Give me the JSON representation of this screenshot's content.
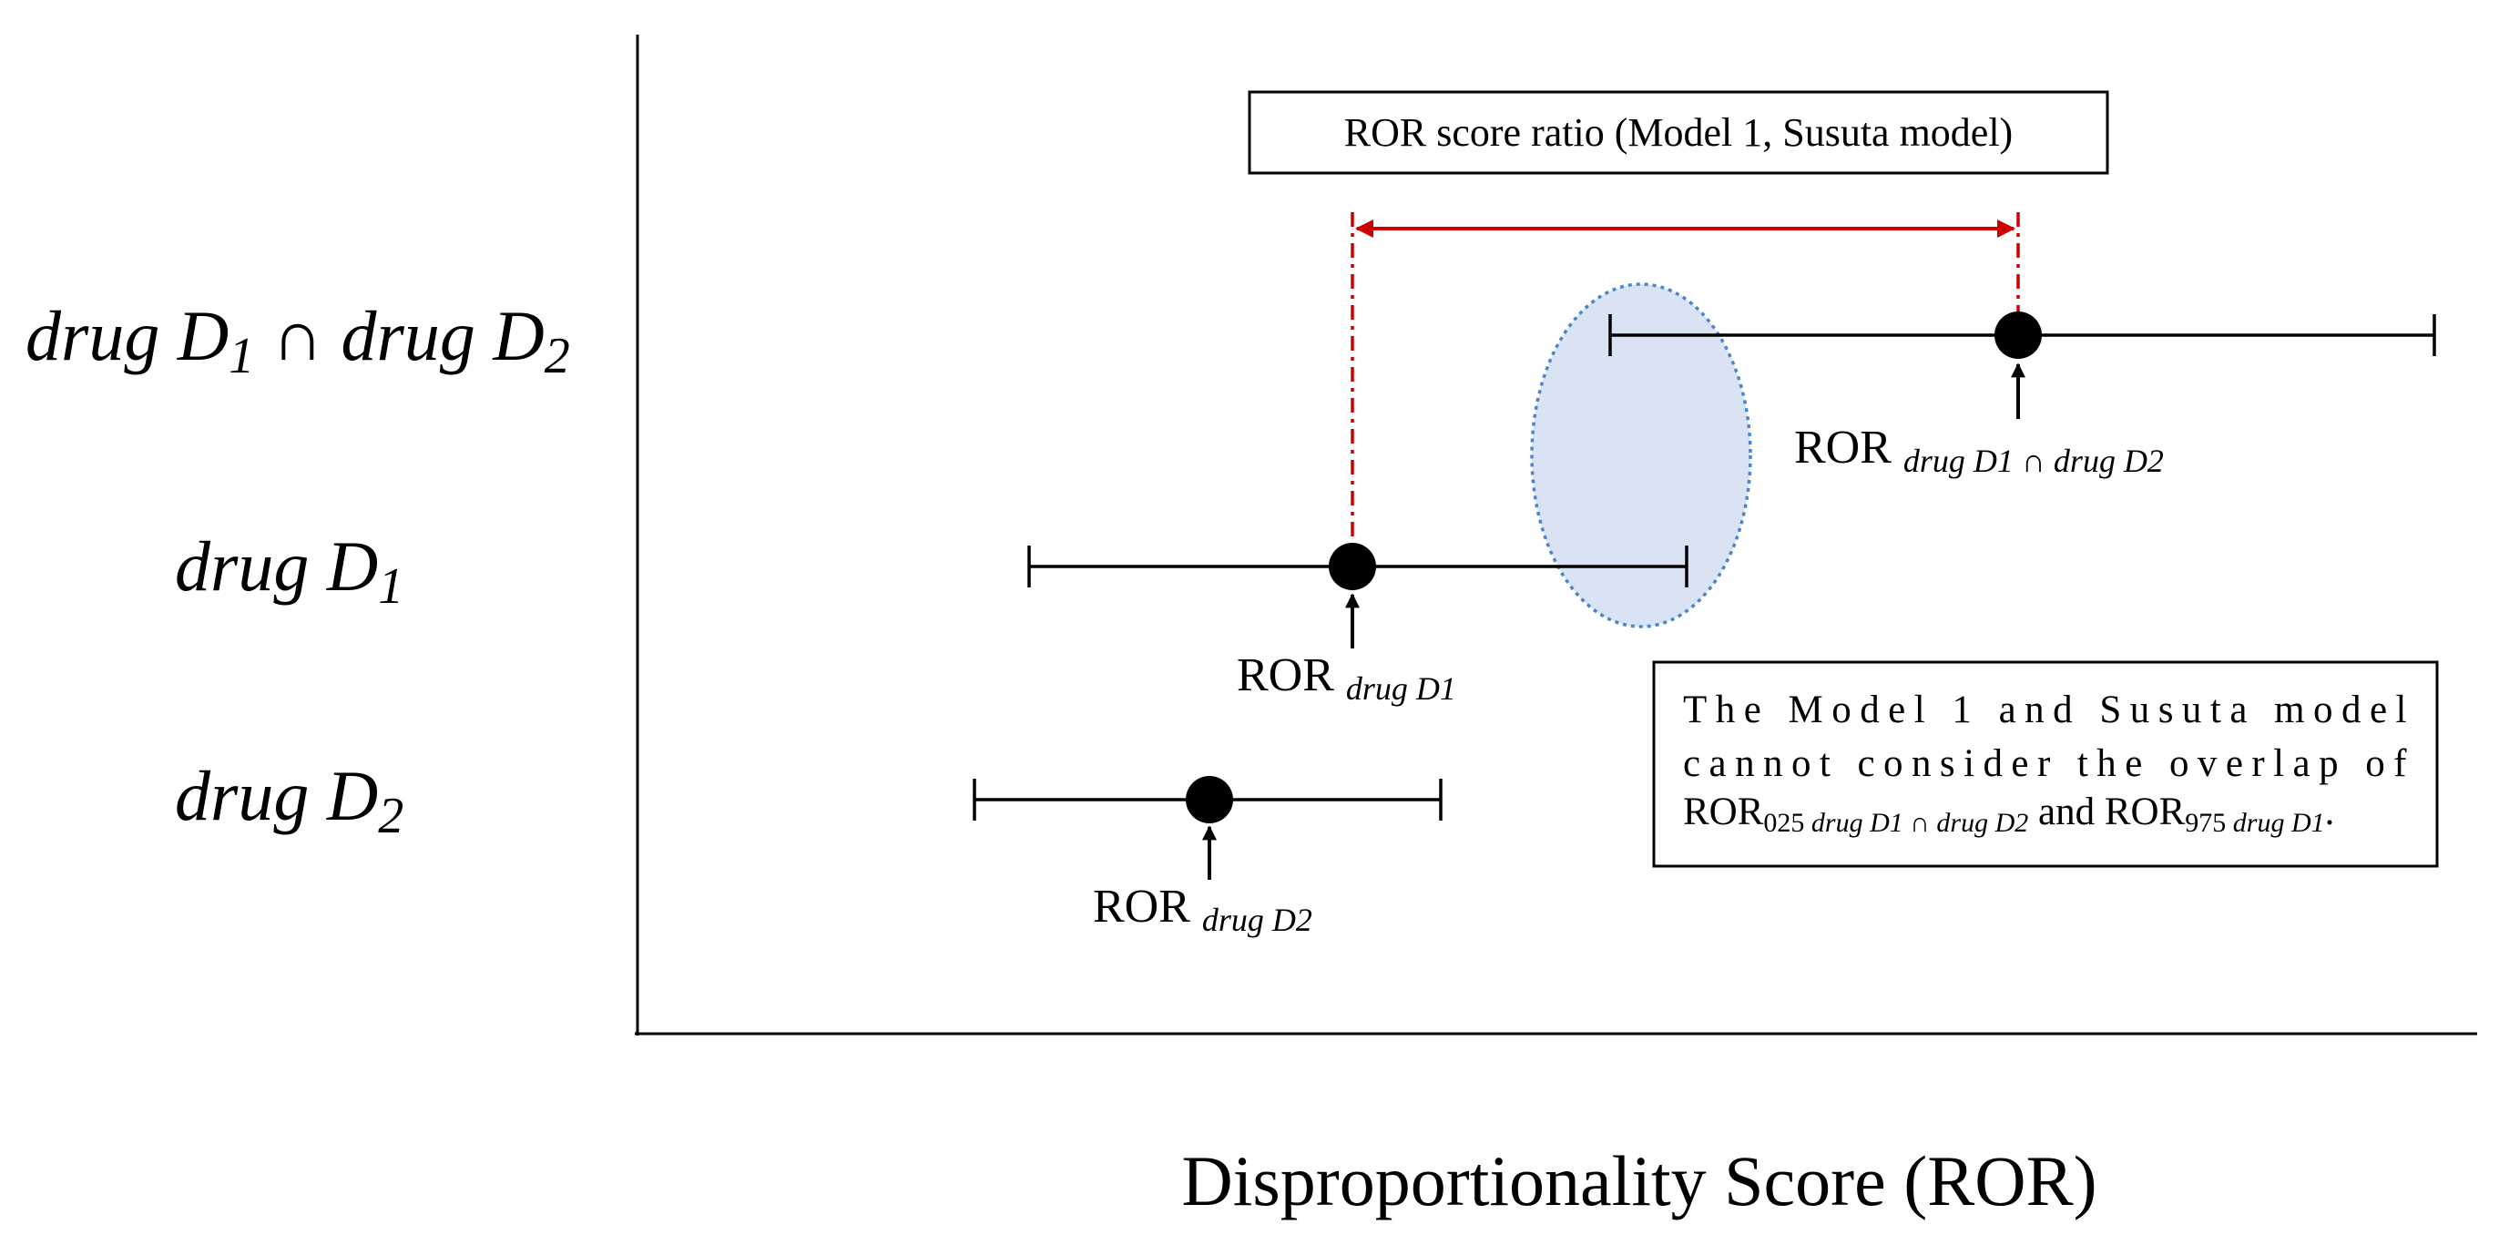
{
  "rows": [
    {
      "key": "both",
      "label_main": "drug D",
      "label_sub1": "1",
      "label_cap": " ∩ drug D",
      "label_sub2": "2"
    },
    {
      "key": "d1",
      "label_main": "drug D",
      "label_sub": "1"
    },
    {
      "key": "d2",
      "label_main": "drug D",
      "label_sub": "2"
    }
  ],
  "ror_labels": {
    "both": {
      "main": "ROR ",
      "sub": "drug D1 ∩ drug D2"
    },
    "d1": {
      "main": "ROR ",
      "sub": "drug D1"
    },
    "d2": {
      "main": "ROR ",
      "sub": "drug D2"
    }
  },
  "ratio_box": {
    "text": "ROR score ratio (Model 1, Susuta model)"
  },
  "note_box": {
    "line1": "The Model 1 and Susuta model",
    "line2": "cannot consider the overlap of",
    "line3_a": "ROR",
    "line3_b_sub": "025 ",
    "line3_c_sub_ital": "drug D1 ∩ drug D2",
    "line3_d": " and ROR",
    "line3_e_sub": "975 ",
    "line3_f_sub_ital": "drug D1",
    "line3_g": "."
  },
  "x_axis_label": "Disproportionality Score (ROR)",
  "colors": {
    "axis": "#000000",
    "ratio_arrow": "#cc0000",
    "overlap_fill": "#d9e3f3",
    "overlap_stroke": "#4a86c8"
  }
}
